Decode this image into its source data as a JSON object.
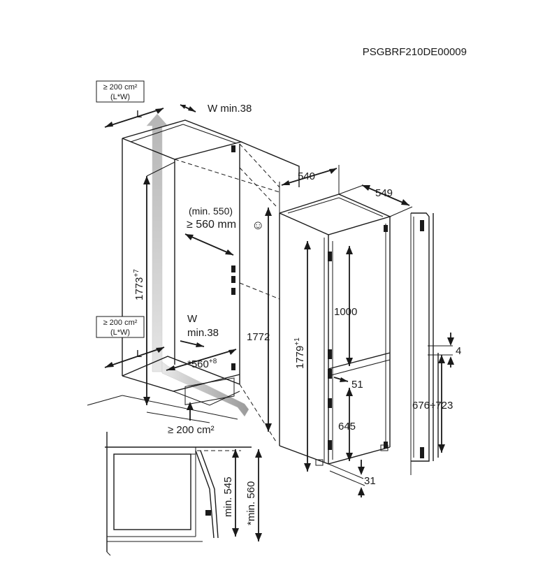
{
  "code": "PSGBRF210DE00009",
  "vent_top": {
    "area": "≥ 200 cm²",
    "formula": "(L*W)"
  },
  "vent_bottom": {
    "area": "≥ 200 cm²",
    "formula": "(L*W)"
  },
  "labels": {
    "L_top": "L",
    "W_top": "W min.38",
    "L_bottom": "L",
    "W_bottom_1": "W",
    "W_bottom_2": "min.38",
    "depth_min_1": "(min. 550)",
    "depth_min_2": "≥ 560 mm",
    "smiley": "☺",
    "width_560": "*560",
    "width_560_tol": "+8",
    "vent_plinth": "≥ 200 cm²",
    "niche_height": "1773",
    "niche_height_tol": "+7",
    "door_1772": "1772",
    "appliance_height": "1779",
    "appliance_height_tol": "+1",
    "depth_540": "540",
    "width_549": "549",
    "fridge_1000": "1000",
    "gap_51": "51",
    "freezer_645": "645",
    "foot_31": "31",
    "gap_4": "4",
    "door_range": "676÷723",
    "min_545": "min. 545",
    "min_560": "*min. 560"
  },
  "colors": {
    "line": "#1a1a1a",
    "airflow": "#9a9a9a"
  }
}
